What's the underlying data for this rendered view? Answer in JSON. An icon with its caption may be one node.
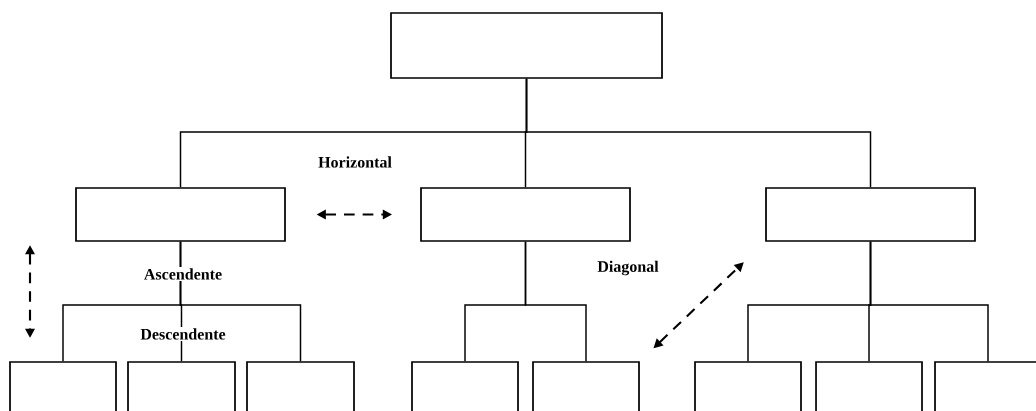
{
  "diagram": {
    "nodes": [
      {
        "text": [],
        "shape": "box"
      },
      {
        "text": [],
        "shape": "box"
      },
      {
        "text": [],
        "shape": "box"
      },
      {
        "text": [],
        "shape": "box"
      },
      {
        "text": [],
        "shape": "box"
      },
      {
        "text": [],
        "shape": "box"
      },
      {
        "text": [],
        "shape": "box"
      },
      {
        "text": [],
        "shape": "box"
      },
      {
        "text": [],
        "shape": "box"
      },
      {
        "text": [],
        "shape": "box"
      },
      {
        "text": [],
        "shape": "box"
      },
      {
        "text": [],
        "shape": "box"
      }
    ],
    "edges": [
      {
        "from": 0,
        "to": 1,
        "arrow": "none"
      },
      {
        "from": 0,
        "to": 2,
        "arrow": "none"
      },
      {
        "from": 0,
        "to": 3,
        "arrow": "none"
      },
      {
        "from": 1,
        "to": 4,
        "arrow": "none"
      },
      {
        "from": 1,
        "to": 5,
        "arrow": "none"
      },
      {
        "from": 1,
        "to": 6,
        "arrow": "none"
      },
      {
        "from": 2,
        "to": 7,
        "arrow": "none"
      },
      {
        "from": 2,
        "to": 8,
        "arrow": "none"
      },
      {
        "from": 3,
        "to": 9,
        "arrow": "none"
      },
      {
        "from": 3,
        "to": 10,
        "arrow": "none"
      },
      {
        "from": 3,
        "to": 11,
        "arrow": "none"
      },
      {
        "from": 1,
        "to": 2,
        "arrow": "both",
        "style": "dashed",
        "label": "Horizontal"
      },
      {
        "from": 8,
        "to": 3,
        "arrow": "both",
        "style": "dashed",
        "label": "Diagonal"
      }
    ],
    "labels": [
      "Ascendente",
      "Descendente"
    ]
  }
}
